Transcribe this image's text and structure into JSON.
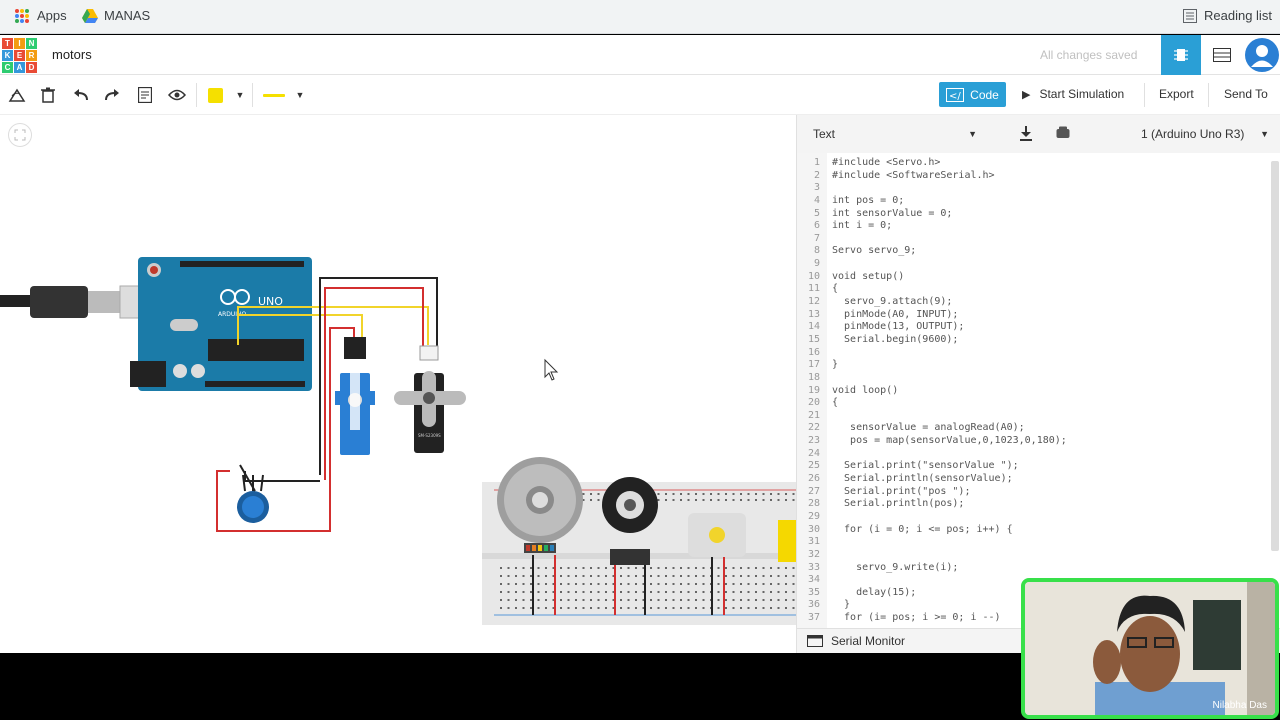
{
  "bookmarks": {
    "apps_label": "Apps",
    "manas_label": "MANAS",
    "reading_list_label": "Reading list"
  },
  "logo": {
    "letters": [
      "T",
      "I",
      "N",
      "K",
      "E",
      "R",
      "C",
      "A",
      "D"
    ]
  },
  "header": {
    "title": "motors",
    "saved_status": "All changes saved"
  },
  "toolbar": {
    "code_label": "Code",
    "start_simulation_label": "Start Simulation",
    "export_label": "Export",
    "send_to_label": "Send To",
    "fill_color": "#f5e000"
  },
  "code_panel": {
    "mode": "Text",
    "device": "1 (Arduino Uno R3)",
    "serial_monitor_label": "Serial Monitor",
    "lines": [
      "#include <Servo.h>",
      "#include <SoftwareSerial.h>",
      "",
      "int pos = 0;",
      "int sensorValue = 0;",
      "int i = 0;",
      "",
      "Servo servo_9;",
      "",
      "void setup()",
      "{",
      "  servo_9.attach(9);",
      "  pinMode(A0, INPUT);",
      "  pinMode(13, OUTPUT);",
      "  Serial.begin(9600);",
      "",
      "}",
      "",
      "void loop()",
      "{",
      "",
      "   sensorValue = analogRead(A0);",
      "   pos = map(sensorValue,0,1023,0,180);",
      "",
      "  Serial.print(\"sensorValue \");",
      "  Serial.println(sensorValue);",
      "  Serial.print(\"pos \");",
      "  Serial.println(pos);",
      "",
      "  for (i = 0; i <= pos; i++) {",
      "",
      "",
      "    servo_9.write(i);",
      "",
      "    delay(15);",
      "  }",
      "  for (i= pos; i >= 0; i --)"
    ]
  },
  "circuit": {
    "arduino_label": "UNO",
    "arduino_brand": "ARDUINO",
    "servo_label": "SM-S2309S"
  },
  "webcam": {
    "name": "Nilabha Das"
  }
}
